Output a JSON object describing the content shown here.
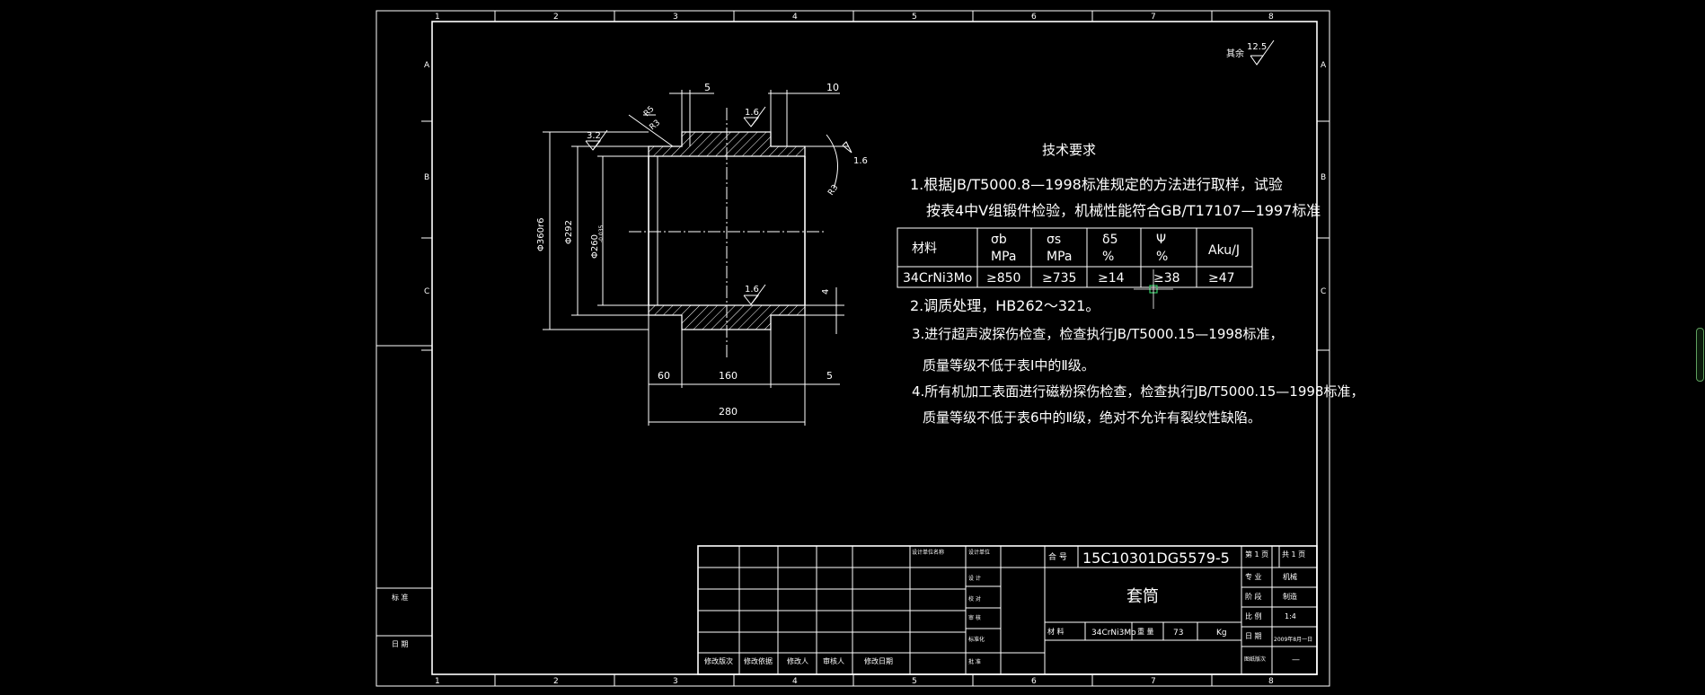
{
  "colors": {
    "background": "#000000",
    "line": "#ffffff",
    "cursor": "#33cc66"
  },
  "zones": {
    "top": [
      "1",
      "2",
      "3",
      "4",
      "5",
      "6",
      "7",
      "8"
    ],
    "side": [
      "A",
      "B",
      "C"
    ]
  },
  "surface_note": {
    "prefix": "其余",
    "value": "12.5"
  },
  "dimensions": {
    "d5": "5",
    "d10": "10",
    "d4": "4",
    "r25": "R5",
    "r1_5": "R3",
    "rough_top": "1.6",
    "rough_bottom": "1.6",
    "rough_left": "3.2",
    "rough_right": "1.6",
    "d60": "60",
    "d160": "160",
    "d5b": "5",
    "d280": "280",
    "dia360": "Φ360r6",
    "dia292": "Φ292",
    "dia260": "Φ260",
    "tol260": "-0.035"
  },
  "tech": {
    "title": "技术要求",
    "req1_line1": "1.根据JB/T5000.8—1998标准规定的方法进行取样，试验",
    "req1_line2": "按表4中Ⅴ组锻件检验，机械性能符合GB/T17107—1997标准",
    "table": {
      "headers": [
        {
          "top": "材料",
          "bottom": ""
        },
        {
          "top": "σb",
          "bottom": "MPa"
        },
        {
          "top": "σs",
          "bottom": "MPa"
        },
        {
          "top": "δ5",
          "bottom": "%"
        },
        {
          "top": "Ψ",
          "bottom": "%"
        },
        {
          "top": "Aku/J",
          "bottom": ""
        }
      ],
      "row": [
        "34CrNi3Mo",
        "≥850",
        "≥735",
        "≥14",
        "≥38",
        "≥47"
      ]
    },
    "req2": "2.调质处理，HB262～321。",
    "req3_line1": "3.进行超声波探伤检查，检查执行JB/T5000.15—1998标准，",
    "req3_line2": "质量等级不低于表Ⅰ中的Ⅱ级。",
    "req4_line1": "4.所有机加工表面进行磁粉探伤检查，检查执行JB/T5000.15—1998标准，",
    "req4_line2": "质量等级不低于表6中的Ⅱ级，绝对不允许有裂纹性缺陷。"
  },
  "title_block": {
    "contract_label": "合 号",
    "drawing_no": "15C10301DG5579-5",
    "part_name": "套筒",
    "material_label": "材 料",
    "material": "34CrNi3Mo",
    "weight_label": "重 量",
    "weight": "73",
    "weight_unit": "Kg",
    "sheet": "第 1 页",
    "total": "共 1 页",
    "type_label": "专 业",
    "type_value": "机械",
    "stage_label": "阶 段",
    "stage_value": "制造",
    "scale_label": "比 例",
    "scale": "1:4",
    "date_label": "日 期",
    "date": "2009年8月一日",
    "change_label": "图纸版次",
    "change": "—",
    "rev_headers": [
      "修改版次",
      "修改依据",
      "修改人",
      "审核人",
      "修改日期"
    ],
    "sign_labels": [
      "设 计",
      "校 对",
      "审 核",
      "标准化",
      "批 准"
    ],
    "top_labels": [
      "设计单位名称",
      "设计单位"
    ]
  },
  "left_strip": {
    "label1": "标 准",
    "label2": "日 期"
  }
}
